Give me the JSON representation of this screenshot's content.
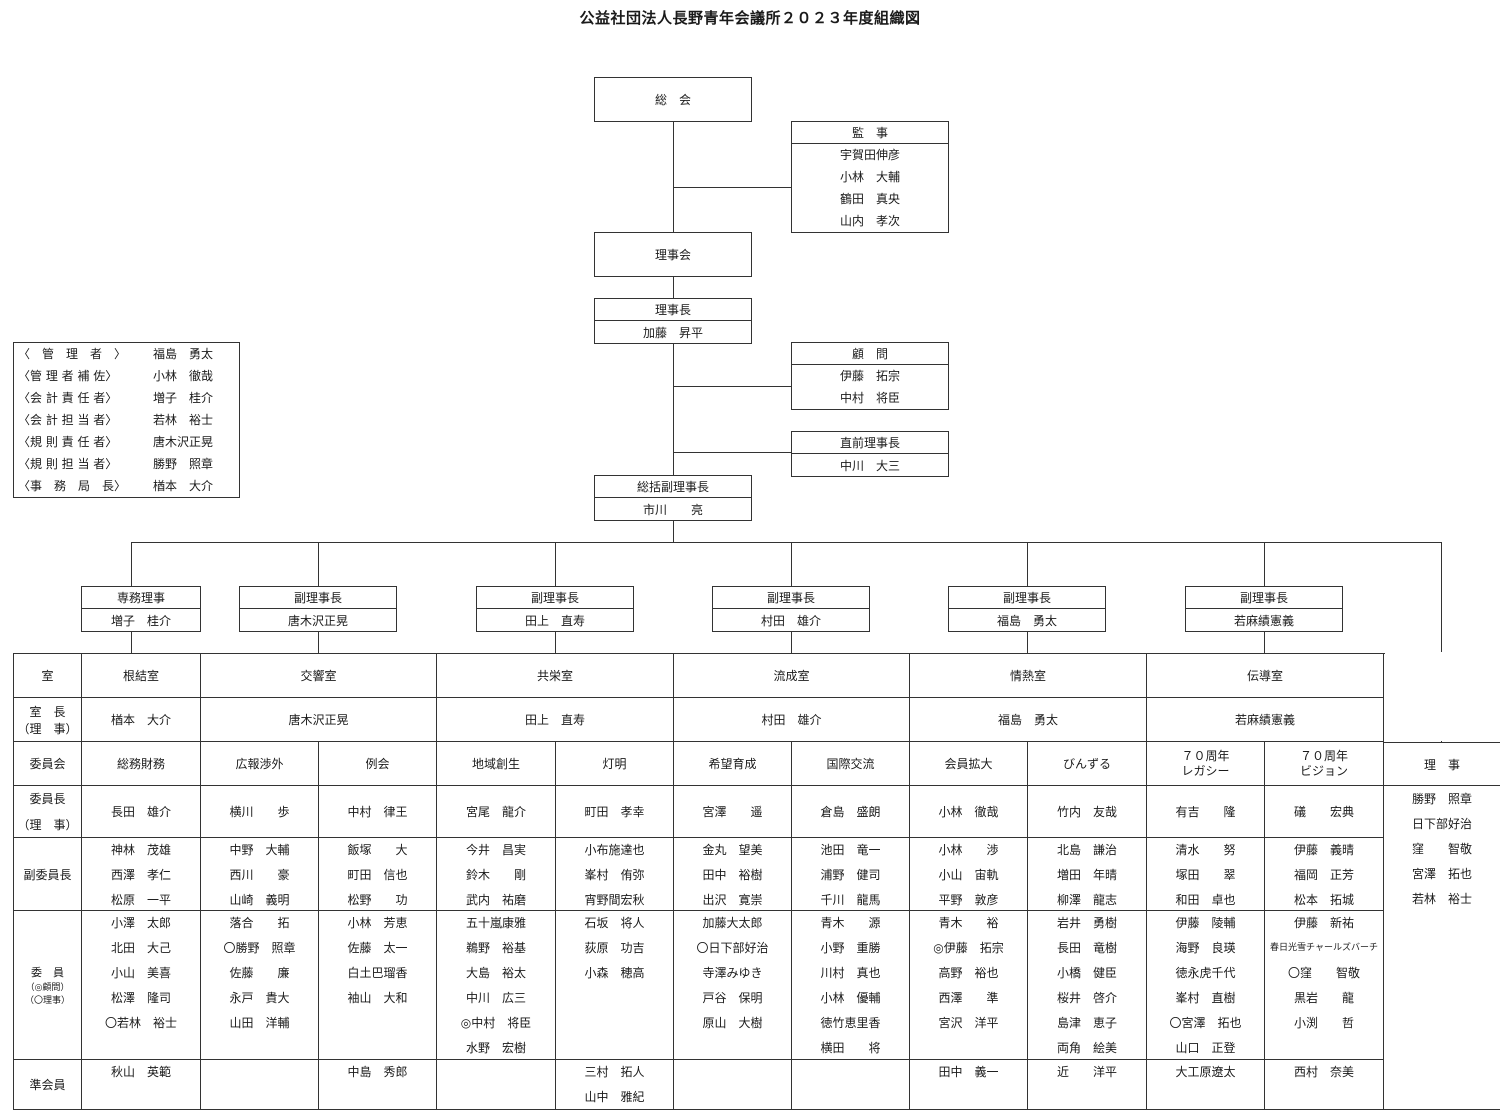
{
  "title": "公益社団法人長野青年会議所２０２３年度組織図",
  "soukai": "総　会",
  "kanji": {
    "label": "監　事",
    "members": [
      "宇賀田伸彦",
      "小林　大輔",
      "鶴田　真央",
      "山内　孝次"
    ]
  },
  "rijikai": "理事会",
  "rijicho": {
    "label": "理事長",
    "name": "加藤　昇平"
  },
  "komon": {
    "label": "顧　問",
    "members": [
      "伊藤　拓宗",
      "中村　将臣"
    ]
  },
  "chokuzen": {
    "label": "直前理事長",
    "name": "中川　大三"
  },
  "soukatsu": {
    "label": "総括副理事長",
    "name": "市川　　亮"
  },
  "managers": [
    {
      "role": "〈　管　理　者　〉",
      "name": "福島　勇太"
    },
    {
      "role": "〈管 理 者 補 佐〉",
      "name": "小林　徹哉"
    },
    {
      "role": "〈会 計 責 任 者〉",
      "name": "増子　桂介"
    },
    {
      "role": "〈会 計 担 当 者〉",
      "name": "若林　裕士"
    },
    {
      "role": "〈規 則 責 任 者〉",
      "name": "唐木沢正晃"
    },
    {
      "role": "〈規 則 担 当 者〉",
      "name": "勝野　照章"
    },
    {
      "role": "〈事　務　局　長〉",
      "name": "楢本　大介"
    }
  ],
  "vps": [
    {
      "label": "専務理事",
      "name": "増子　桂介"
    },
    {
      "label": "副理事長",
      "name": "唐木沢正晃"
    },
    {
      "label": "副理事長",
      "name": "田上　直寿"
    },
    {
      "label": "副理事長",
      "name": "村田　雄介"
    },
    {
      "label": "副理事長",
      "name": "福島　勇太"
    },
    {
      "label": "副理事長",
      "name": "若麻績憲義"
    }
  ],
  "row_labels": {
    "shitsu": "室",
    "shitsucho_1": "室　長",
    "shitsucho_2": "（理　事）",
    "iinkai": "委員会",
    "iincho_1": "委員長",
    "iincho_2": "（理　事）",
    "fuku": "副委員長",
    "iin_1": "委　員",
    "iin_2": "（◎顧問）",
    "iin_3": "（〇理事）",
    "jun": "準会員"
  },
  "rooms": [
    {
      "name": "根結室",
      "head": "楢本　大介"
    },
    {
      "name": "交響室",
      "head": "唐木沢正晃"
    },
    {
      "name": "共栄室",
      "head": "田上　直寿"
    },
    {
      "name": "流成室",
      "head": "村田　雄介"
    },
    {
      "name": "情熱室",
      "head": "福島　勇太"
    },
    {
      "name": "伝導室",
      "head": "若麻績憲義"
    }
  ],
  "committees": [
    {
      "name": "総務財務",
      "chair": "長田　雄介",
      "vice": [
        "神林　茂雄",
        "西澤　孝仁",
        "松原　一平"
      ],
      "members": [
        "小澤　太郎",
        "北田　大己",
        "小山　美喜",
        "松澤　隆司",
        "〇若林　裕士"
      ],
      "assoc": [
        "秋山　英範"
      ]
    },
    {
      "name": "広報渉外",
      "chair": "横川　　歩",
      "vice": [
        "中野　大輔",
        "西川　　豪",
        "山崎　義明"
      ],
      "members": [
        "落合　　拓",
        "〇勝野　照章",
        "佐藤　　廉",
        "永戸　貴大",
        "山田　洋輔"
      ],
      "assoc": []
    },
    {
      "name": "例会",
      "chair": "中村　律王",
      "vice": [
        "飯塚　　大",
        "町田　信也",
        "松野　　功"
      ],
      "members": [
        "小林　芳恵",
        "佐藤　太一",
        "白土巴瑠香",
        "袖山　大和"
      ],
      "assoc": [
        "中島　秀郎"
      ]
    },
    {
      "name": "地域創生",
      "chair": "宮尾　龍介",
      "vice": [
        "今井　昌実",
        "鈴木　　剛",
        "武内　祐磨"
      ],
      "members": [
        "五十嵐康雅",
        "鵜野　裕基",
        "大島　裕太",
        "中川　広三",
        "◎中村　将臣",
        "水野　宏樹"
      ],
      "assoc": []
    },
    {
      "name": "灯明",
      "chair": "町田　孝幸",
      "vice": [
        "小布施達也",
        "峯村　侑弥",
        "宵野間宏秋"
      ],
      "members": [
        "石坂　将人",
        "荻原　功吉",
        "小森　穂高"
      ],
      "assoc": [
        "三村　拓人",
        "山中　雅紀"
      ]
    },
    {
      "name": "希望育成",
      "chair": "宮澤　　遥",
      "vice": [
        "金丸　望美",
        "田中　裕樹",
        "出沢　寛崇"
      ],
      "members": [
        "加藤大太郎",
        "〇日下部好治",
        "寺澤みゆき",
        "戸谷　保明",
        "原山　大樹"
      ],
      "assoc": []
    },
    {
      "name": "国際交流",
      "chair": "倉島　盛朗",
      "vice": [
        "池田　竜一",
        "浦野　健司",
        "千川　龍馬"
      ],
      "members": [
        "青木　　源",
        "小野　重勝",
        "川村　真也",
        "小林　優輔",
        "徳竹恵里香",
        "横田　　将"
      ],
      "assoc": []
    },
    {
      "name": "会員拡大",
      "chair": "小林　徹哉",
      "vice": [
        "小林　　渉",
        "小山　宙軌",
        "平野　敦彦"
      ],
      "members": [
        "青木　　裕",
        "◎伊藤　拓宗",
        "高野　裕也",
        "西澤　　準",
        "宮沢　洋平"
      ],
      "assoc": [
        "田中　義一"
      ]
    },
    {
      "name": "びんずる",
      "chair": "竹内　友哉",
      "vice": [
        "北島　謙治",
        "増田　年晴",
        "柳澤　龍志"
      ],
      "members": [
        "岩井　勇樹",
        "長田　竜樹",
        "小橋　健臣",
        "桜井　啓介",
        "島津　恵子",
        "両角　絵美"
      ],
      "assoc": [
        "近　　洋平"
      ]
    },
    {
      "name1": "７０周年",
      "name2": "レガシー",
      "chair": "有吉　　隆",
      "vice": [
        "清水　　努",
        "塚田　　翠",
        "和田　卓也"
      ],
      "members": [
        "伊藤　陵輔",
        "海野　良瑛",
        "徳永虎千代",
        "峯村　直樹",
        "〇宮澤　拓也",
        "山口　正登"
      ],
      "assoc": [
        "大工原遼太"
      ]
    },
    {
      "name1": "７０周年",
      "name2": "ビジョン",
      "chair": "礒　　宏典",
      "vice": [
        "伊藤　義晴",
        "福岡　正芳",
        "松本　拓城"
      ],
      "members": [
        "伊藤　新祐",
        "春日光雪チャールズバーチ",
        "〇窪　　智敬",
        "黒岩　　龍",
        "小渕　　哲"
      ],
      "assoc": [
        "西村　奈美"
      ]
    }
  ],
  "riji": {
    "label": "理　事",
    "members": [
      "勝野　照章",
      "日下部好治",
      "窪　　智敬",
      "宮澤　拓也",
      "若林　裕士"
    ]
  }
}
